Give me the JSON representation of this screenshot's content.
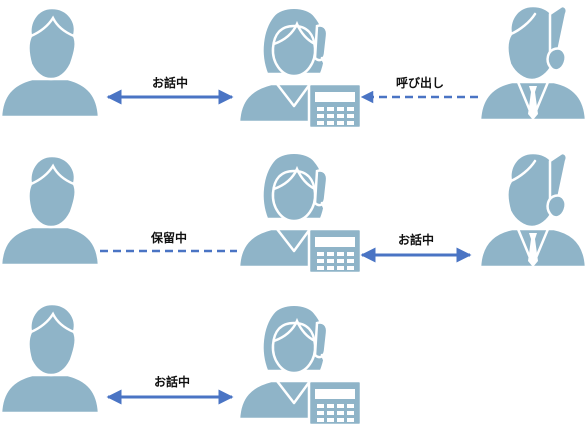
{
  "colors": {
    "figure_fill": "#8fb4c8",
    "line_color": "#ffffff",
    "arrow_color": "#4a74c4"
  },
  "rows": [
    {
      "left_link": {
        "label": "お話中",
        "style": "solid-bidirectional"
      },
      "right_link": {
        "label": "呼び出し",
        "style": "dashed-arrow-to-operator"
      },
      "caller_present": true
    },
    {
      "left_link": {
        "label": "保留中",
        "style": "dashed"
      },
      "right_link": {
        "label": "お話中",
        "style": "solid-bidirectional"
      },
      "caller_present": true
    },
    {
      "left_link": {
        "label": "お話中",
        "style": "solid-bidirectional"
      },
      "caller_present": false
    }
  ],
  "icons": {
    "customer": "person-icon",
    "operator": "operator-with-phone-icon",
    "caller": "businessman-on-phone-icon"
  }
}
